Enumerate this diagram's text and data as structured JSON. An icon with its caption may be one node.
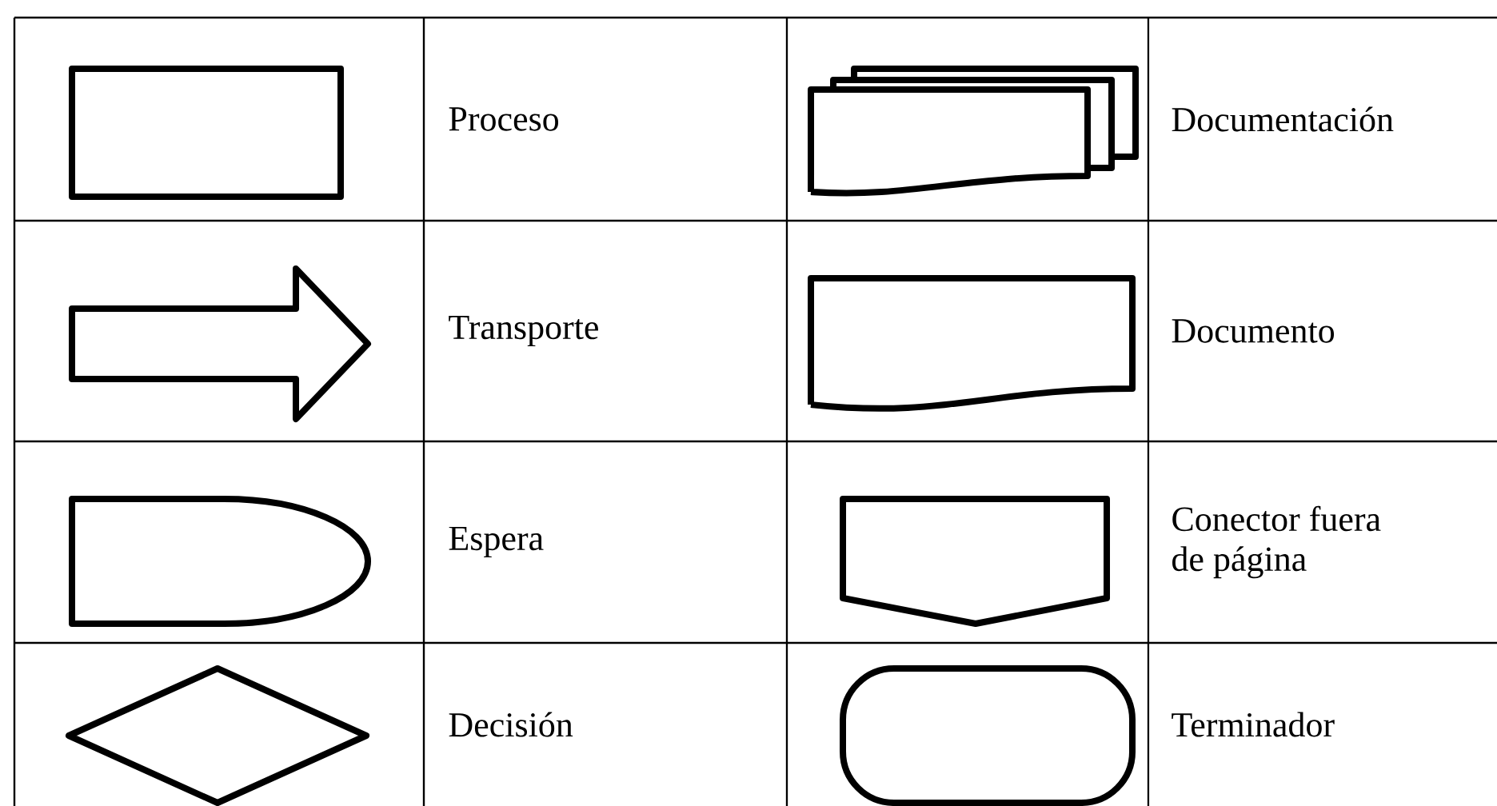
{
  "diagram": {
    "nodes": [
      {
        "text": [],
        "shape": "box"
      },
      {
        "text": [],
        "shape": "documents"
      },
      {
        "text": [],
        "shape": "arrow"
      },
      {
        "text": [],
        "shape": "document"
      },
      {
        "text": [],
        "shape": "delay"
      },
      {
        "text": [],
        "shape": "pentagon"
      },
      {
        "text": [],
        "shape": "diamond"
      },
      {
        "text": [],
        "shape": "stadium"
      }
    ],
    "labels": [
      "Proceso",
      "Documentación",
      "Transporte",
      "Documento",
      "Espera",
      "Conector fuera de página",
      "Decisión",
      "Terminador"
    ]
  }
}
